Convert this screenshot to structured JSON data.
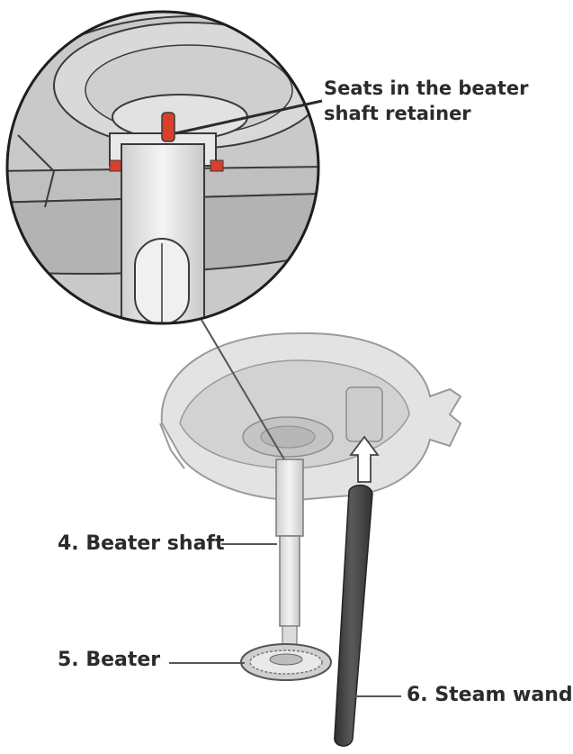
{
  "callouts": {
    "retainer_line1": "Seats in the beater",
    "retainer_line2": "shaft retainer",
    "beater_shaft": "4. Beater shaft",
    "beater": "5. Beater",
    "steam_wand": "6. Steam wand"
  },
  "colors": {
    "outline": "#3a3a3a",
    "part_fill": "#e6e6e6",
    "part_shade": "#bdbdbd",
    "highlight_red": "#d9402b",
    "wand_dark": "#4a4a4a",
    "label_text": "#2b2b2b"
  }
}
